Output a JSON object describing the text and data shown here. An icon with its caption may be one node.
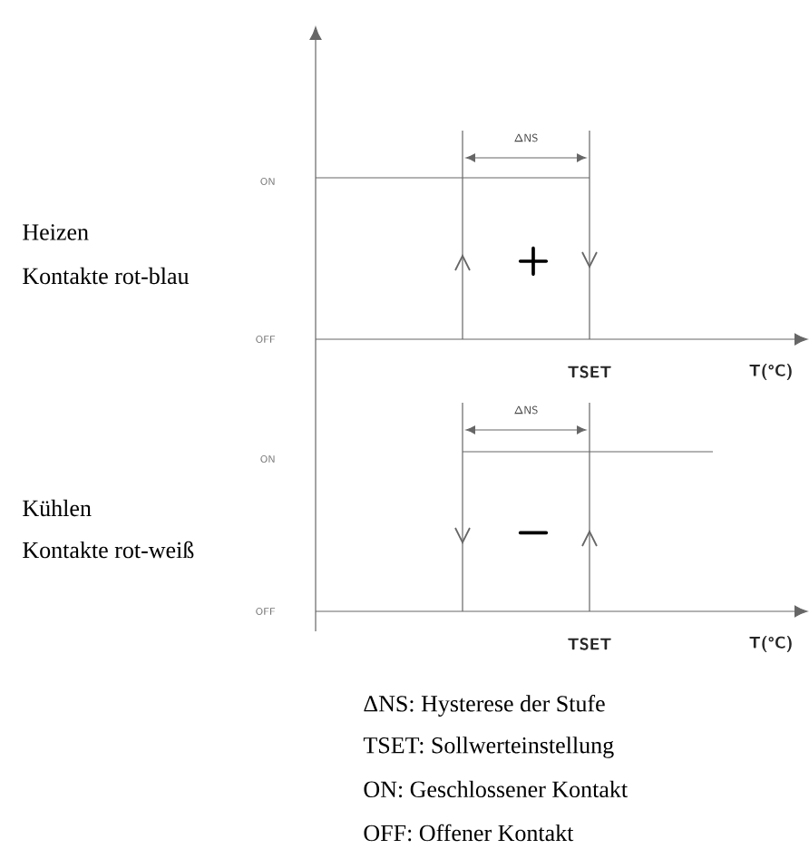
{
  "diagram": {
    "labels": [
      "ΔNS",
      "ON",
      "Heizen",
      "Kontakte rot-blau",
      "+",
      "OFF",
      "TSET",
      "T(°C)",
      "ΔNS",
      "ON",
      "Kühlen",
      "Kontakte rot-weiß",
      "−",
      "OFF",
      "TSET",
      "T(°C)",
      "ΔNS: Hysterese der Stufe",
      "TSET: Sollwerteinstellung",
      "ON: Geschlossener Kontakt",
      "OFF:  Offener Kontakt"
    ]
  }
}
